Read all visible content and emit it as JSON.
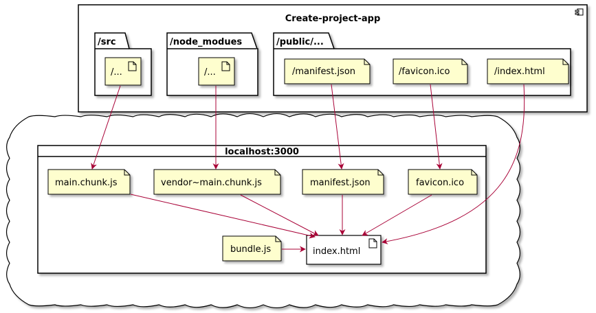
{
  "component": {
    "title": "Create-project-app"
  },
  "packages": [
    {
      "label": "/src",
      "artifact": "/..."
    },
    {
      "label": "/node_modues",
      "artifact": "/..."
    },
    {
      "label": "/public/...",
      "artifacts": [
        "/manifest.json",
        "/favicon.ico",
        "/index.html"
      ]
    }
  ],
  "cloud": {
    "frame_title": "localhost:3000",
    "notes": [
      "main.chunk.js",
      "vendor~main.chunk.js",
      "manifest.json",
      "favicon.ico",
      "bundle.js"
    ],
    "target": "index.html"
  },
  "colors": {
    "note_fill": "#fefece",
    "arrow": "#a80036",
    "border": "#000000",
    "shadow": "#c6c6c6"
  }
}
